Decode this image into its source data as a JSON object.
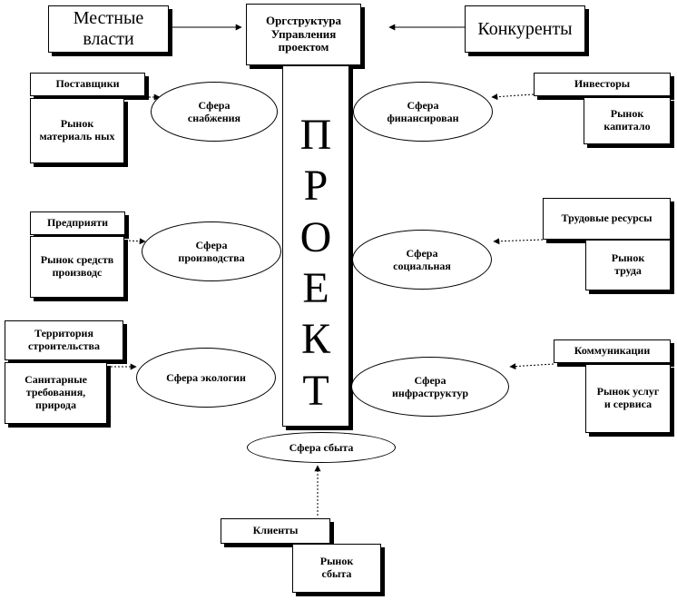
{
  "top": {
    "org": "Оргструктура Управления проектом",
    "local": "Местные власти",
    "competitors": "Конкуренты"
  },
  "project_letters": [
    "П",
    "Р",
    "О",
    "Е",
    "К",
    "Т"
  ],
  "left": {
    "suppliers": "Поставщики",
    "market_materials": "Рынок материаль ных",
    "enterprises": "Предприяти",
    "market_means": "Рынок средств производс",
    "territory": "Территория строительства",
    "sanitary": "Санитарные требования, природа"
  },
  "right": {
    "investors": "Инвесторы",
    "capital_market": "Рынок капитало",
    "labor": "Трудовые ресурсы",
    "labor_market": "Рынок труда",
    "communications": "Коммуникации",
    "services_market": "Рынок услуг и сервиса"
  },
  "spheres": {
    "supply": "Сфера снабжения",
    "finance": "Сфера финансирован",
    "production": "Сфера производства",
    "social": "Сфера социальная",
    "ecology": "Сфера экологии",
    "infra": "Сфера инфраструктур",
    "sales": "Сфера сбыта"
  },
  "bottom": {
    "clients": "Клиенты",
    "sales_market": "Рынок сбыта"
  }
}
